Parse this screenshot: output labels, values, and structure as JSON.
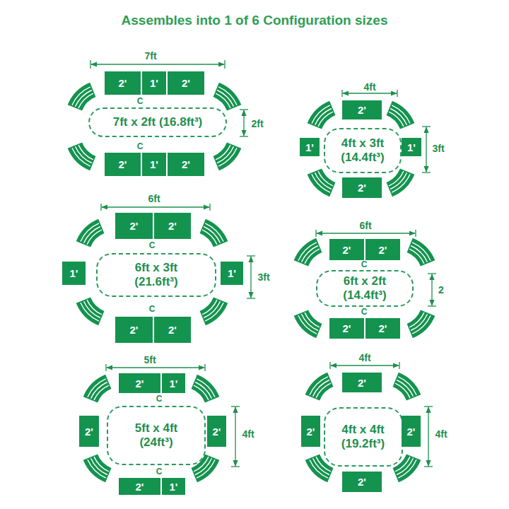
{
  "diagram": {
    "title": "Assembles into 1 of 6 Configuration sizes",
    "nodes": [
      {
        "text": [
          "2'"
        ]
      },
      {
        "text": [
          "1'"
        ]
      },
      {
        "text": [
          "2'"
        ]
      },
      {
        "text": [
          "7ft x 2ft (16.8ft³)"
        ]
      },
      {
        "text": [
          "2'"
        ]
      },
      {
        "text": [
          "1'"
        ]
      },
      {
        "text": [
          "2'"
        ]
      },
      {
        "text": [
          "2'"
        ]
      },
      {
        "text": [
          "1'"
        ]
      },
      {
        "text": [
          "4ft x 3ft (14.4ft³)"
        ]
      },
      {
        "text": [
          "1'"
        ]
      },
      {
        "text": [
          "2'"
        ]
      },
      {
        "text": [
          "2'"
        ]
      },
      {
        "text": [
          "2'"
        ]
      },
      {
        "text": [
          "1'"
        ]
      },
      {
        "text": [
          "6ft x 3ft (21.6ft³)"
        ]
      },
      {
        "text": [
          "1'"
        ]
      },
      {
        "text": [
          "2'"
        ]
      },
      {
        "text": [
          "2'"
        ]
      },
      {
        "text": [
          "2'"
        ]
      },
      {
        "text": [
          "2'"
        ]
      },
      {
        "text": [
          "6ft x 2ft (14.4ft³)"
        ]
      },
      {
        "text": [
          "2'"
        ]
      },
      {
        "text": [
          "2'"
        ]
      },
      {
        "text": [
          "2'"
        ]
      },
      {
        "text": [
          "1'"
        ]
      },
      {
        "text": [
          "2'"
        ]
      },
      {
        "text": [
          "5ft x 4ft (24ft³)"
        ]
      },
      {
        "text": [
          "2'"
        ]
      },
      {
        "text": [
          "2'"
        ]
      },
      {
        "text": [
          "1'"
        ]
      },
      {
        "text": [
          "2'"
        ]
      },
      {
        "text": [
          "2'"
        ]
      },
      {
        "text": [
          "4ft x 4ft (19.2ft³)"
        ]
      },
      {
        "text": [
          "2'"
        ]
      },
      {
        "text": [
          "2'"
        ]
      }
    ],
    "labels": [
      "7ft",
      "C",
      "2ft",
      "C",
      "4ft",
      "3ft",
      "6ft",
      "C",
      "3ft",
      "C",
      "6ft",
      "C",
      "2",
      "C",
      "5ft",
      "C",
      "4ft",
      "C",
      "4ft",
      "4ft"
    ]
  }
}
